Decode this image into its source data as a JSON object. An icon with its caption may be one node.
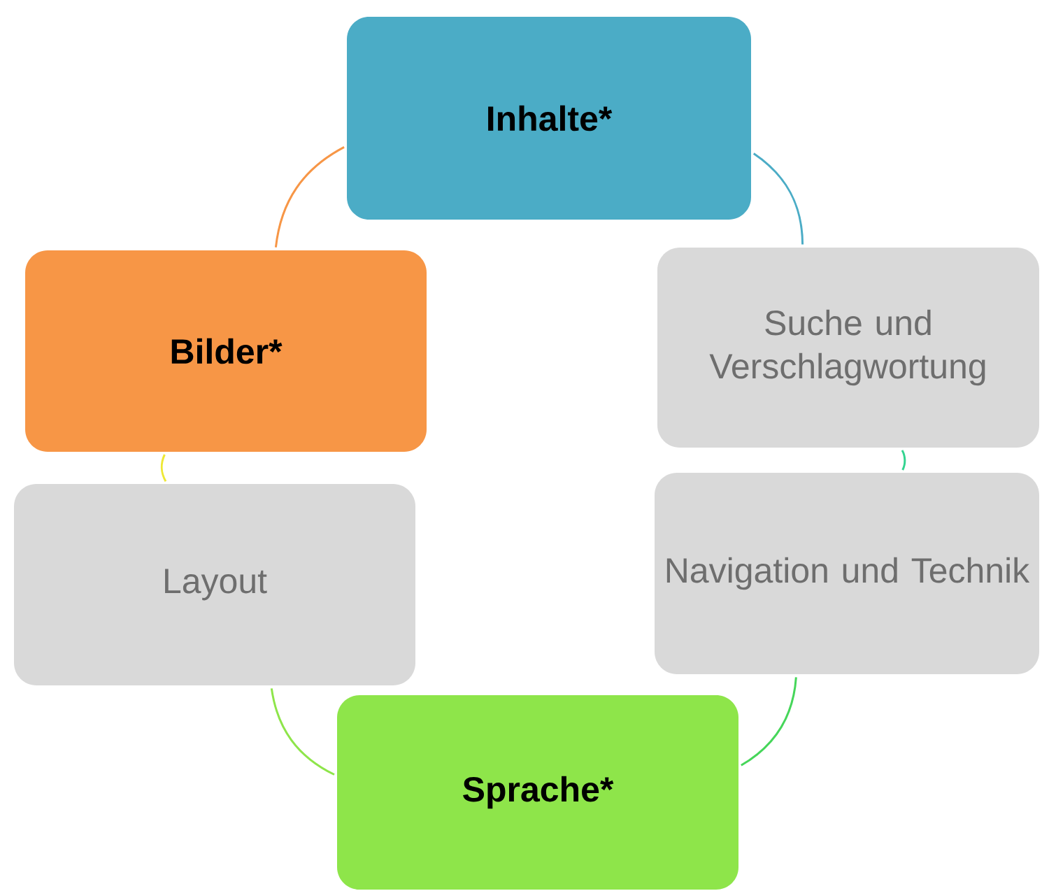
{
  "diagram": {
    "nodes": [
      {
        "text": [
          "Inhalte*"
        ]
      },
      {
        "text": [
          "Suche und Verschlagwortung"
        ]
      },
      {
        "text": [
          "Navigation und Technik"
        ]
      },
      {
        "text": [
          "Sprache*"
        ]
      },
      {
        "text": [
          "Layout"
        ]
      },
      {
        "text": [
          "Bilder*"
        ]
      }
    ],
    "edges": [
      {
        "from": 0,
        "to": 1,
        "arrow": "none",
        "color": "#4bacc6"
      },
      {
        "from": 1,
        "to": 2,
        "arrow": "none",
        "color": "#33d490"
      },
      {
        "from": 2,
        "to": 3,
        "arrow": "none",
        "color": "#46d65a"
      },
      {
        "from": 3,
        "to": 4,
        "arrow": "none",
        "color": "#8ee54a"
      },
      {
        "from": 4,
        "to": 5,
        "arrow": "none",
        "color": "#eee836"
      },
      {
        "from": 5,
        "to": 0,
        "arrow": "none",
        "color": "#f79646"
      }
    ]
  }
}
